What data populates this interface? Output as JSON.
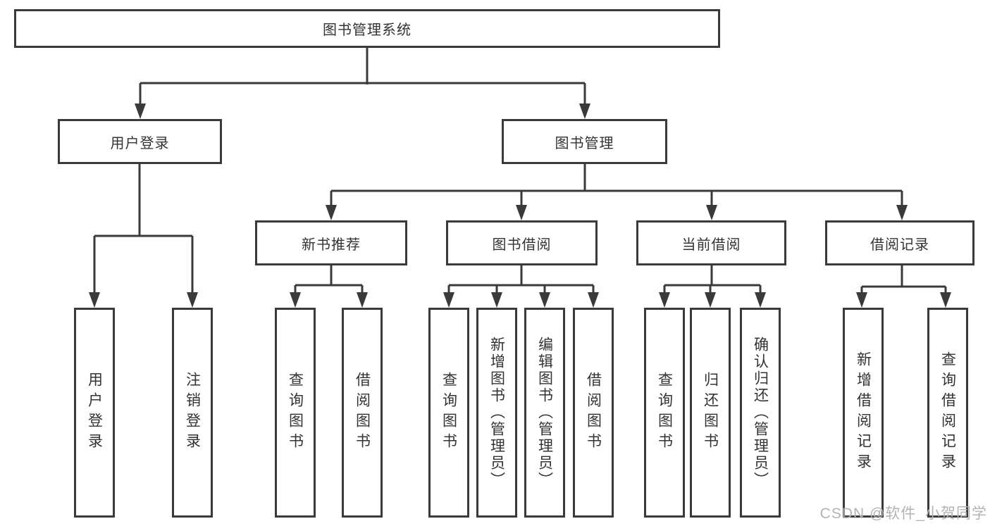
{
  "tree": {
    "label": "图书管理系统",
    "children": [
      {
        "label": "用户登录",
        "children": [
          {
            "label": "用户登录"
          },
          {
            "label": "注销登录"
          }
        ]
      },
      {
        "label": "图书管理",
        "children": [
          {
            "label": "新书推荐",
            "children": [
              {
                "label": "查询图书"
              },
              {
                "label": "借阅图书"
              }
            ]
          },
          {
            "label": "图书借阅",
            "children": [
              {
                "label": "查询图书"
              },
              {
                "label": "新增图书（管理员）"
              },
              {
                "label": "编辑图书（管理员）"
              },
              {
                "label": "借阅图书"
              }
            ]
          },
          {
            "label": "当前借阅",
            "children": [
              {
                "label": "查询图书"
              },
              {
                "label": "归还图书"
              },
              {
                "label": "确认归还（管理员）"
              }
            ]
          },
          {
            "label": "借阅记录",
            "children": [
              {
                "label": "新增借阅记录"
              },
              {
                "label": "查询借阅记录"
              }
            ]
          }
        ]
      }
    ]
  },
  "watermark": {
    "text": "CSDN @软件_小贺同学"
  },
  "colors": {
    "line": "#3a3a3a",
    "text": "#333333",
    "watermark": "#b3b3b3",
    "bg": "#ffffff"
  }
}
